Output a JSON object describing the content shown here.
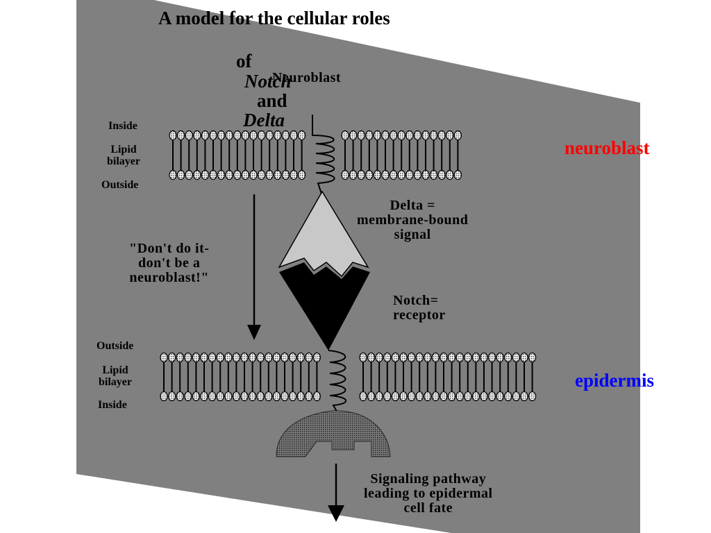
{
  "title": {
    "line1": "A model for the cellular roles",
    "line2_of": "of",
    "line2_notch": "Notch",
    "line2_and": "and",
    "line2_delta": "Delta"
  },
  "labels": {
    "neuroblast_top": "Neuroblast",
    "top_inside": "Inside",
    "top_lipid": "Lipid\nbilayer",
    "top_outside": "Outside",
    "delta": "Delta =\nmembrane-bound\nsignal",
    "dont": "\"Don't do it-\ndon't be a\nneuroblast!\"",
    "notch": "Notch=\nreceptor",
    "bottom_outside": "Outside",
    "bottom_lipid": "Lipid\nbilayer",
    "bottom_inside": "Inside",
    "signaling": "Signaling pathway\nleading to epidermal\ncell fate",
    "side_neuroblast": "neuroblast",
    "side_epidermis": "epidermis"
  },
  "colors": {
    "panel": "#808080",
    "delta_fill": "#c8c8c8",
    "notch_fill": "#000000",
    "effector_fill": "#5a5a5a",
    "neuroblast_text": "#ff0000",
    "epidermis_text": "#0000ff"
  }
}
